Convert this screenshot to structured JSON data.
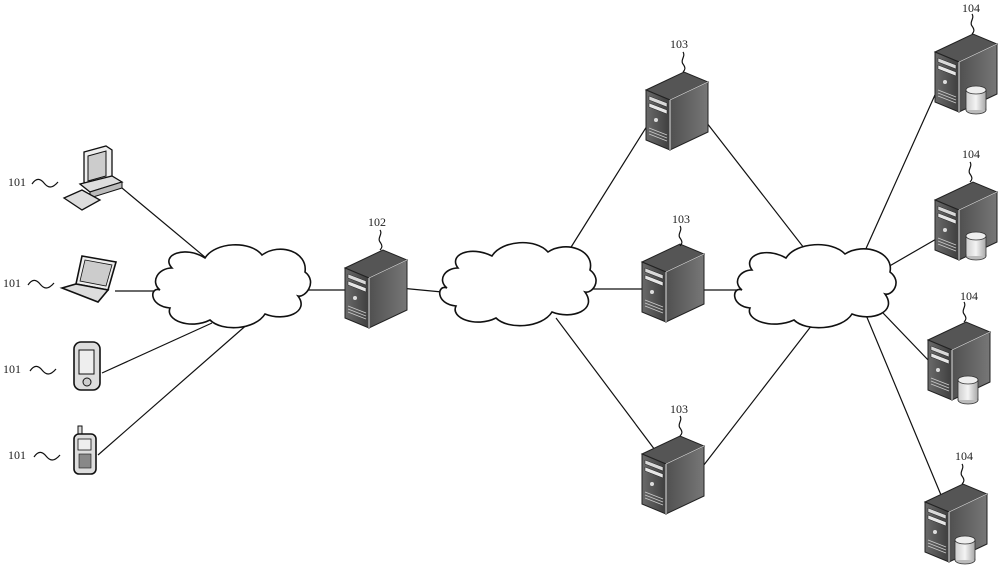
{
  "diagram": {
    "type": "network-topology",
    "labels": {
      "terminal": "101",
      "gateway_server": "102",
      "middle_server": "103",
      "storage_server": "104"
    },
    "terminals": [
      {
        "id": "t1",
        "kind": "desktop-computer",
        "label": "101"
      },
      {
        "id": "t2",
        "kind": "laptop",
        "label": "101"
      },
      {
        "id": "t3",
        "kind": "pda",
        "label": "101"
      },
      {
        "id": "t4",
        "kind": "mobile-phone",
        "label": "101"
      }
    ],
    "servers": [
      {
        "id": "s102",
        "label": "102"
      },
      {
        "id": "s103a",
        "label": "103"
      },
      {
        "id": "s103b",
        "label": "103"
      },
      {
        "id": "s103c",
        "label": "103"
      },
      {
        "id": "s104a",
        "label": "104"
      },
      {
        "id": "s104b",
        "label": "104"
      },
      {
        "id": "s104c",
        "label": "104"
      },
      {
        "id": "s104d",
        "label": "104"
      }
    ],
    "clouds": [
      {
        "id": "c1",
        "name": "network-1"
      },
      {
        "id": "c2",
        "name": "network-2"
      },
      {
        "id": "c3",
        "name": "network-3"
      }
    ],
    "connections": [
      [
        "t1",
        "c1"
      ],
      [
        "t2",
        "c1"
      ],
      [
        "t3",
        "c1"
      ],
      [
        "t4",
        "c1"
      ],
      [
        "c1",
        "s102"
      ],
      [
        "s102",
        "c2"
      ],
      [
        "c2",
        "s103a"
      ],
      [
        "c2",
        "s103b"
      ],
      [
        "c2",
        "s103c"
      ],
      [
        "s103a",
        "c3"
      ],
      [
        "s103b",
        "c3"
      ],
      [
        "s103c",
        "c3"
      ],
      [
        "c3",
        "s104a"
      ],
      [
        "c3",
        "s104b"
      ],
      [
        "c3",
        "s104c"
      ],
      [
        "c3",
        "s104d"
      ]
    ]
  }
}
